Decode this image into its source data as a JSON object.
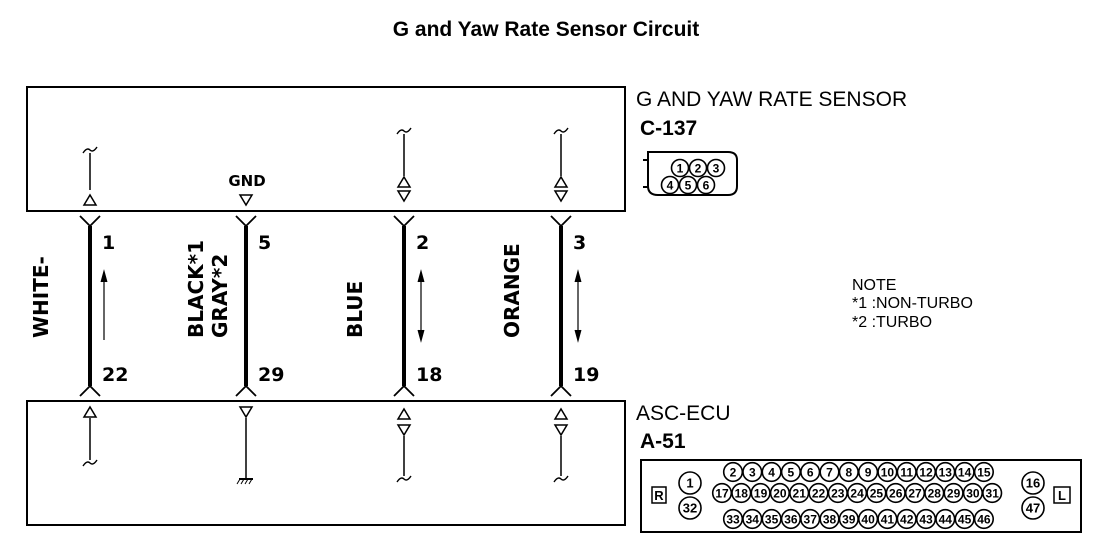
{
  "title": "G and Yaw Rate Sensor Circuit",
  "sensor": {
    "name": "G AND YAW RATE SENSOR",
    "connector": "C-137",
    "gnd_label": "GND",
    "pins": [
      "1",
      "2",
      "3",
      "4",
      "5",
      "6"
    ]
  },
  "ecu": {
    "name": "ASC-ECU",
    "connector": "A-51",
    "left_tag": "R",
    "right_tag": "L",
    "pins_left": [
      "1",
      "32"
    ],
    "pins_row1": [
      "2",
      "3",
      "4",
      "5",
      "6",
      "7",
      "8",
      "9",
      "10",
      "11",
      "12",
      "13",
      "14",
      "15"
    ],
    "pins_row2": [
      "17",
      "18",
      "19",
      "20",
      "21",
      "22",
      "23",
      "24",
      "25",
      "26",
      "27",
      "28",
      "29",
      "30",
      "31"
    ],
    "pins_row3": [
      "33",
      "34",
      "35",
      "36",
      "37",
      "38",
      "39",
      "40",
      "41",
      "42",
      "43",
      "44",
      "45",
      "46"
    ],
    "pins_right": [
      "16",
      "47"
    ]
  },
  "wires": [
    {
      "color": "WHITE-",
      "top_pin": "1",
      "bottom_pin": "22"
    },
    {
      "color": "BLACK*1",
      "color2": "GRAY*2",
      "top_pin": "5",
      "bottom_pin": "29"
    },
    {
      "color": "BLUE",
      "top_pin": "2",
      "bottom_pin": "18"
    },
    {
      "color": "ORANGE",
      "top_pin": "3",
      "bottom_pin": "19"
    }
  ],
  "note": {
    "heading": "NOTE",
    "line1": "*1 :NON-TURBO",
    "line2": "*2 :TURBO"
  }
}
